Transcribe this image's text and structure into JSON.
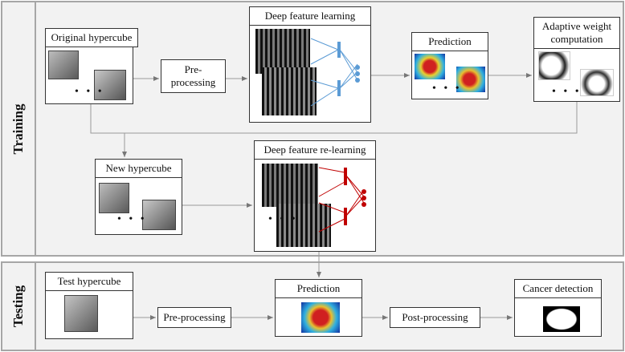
{
  "sections": {
    "training": "Training",
    "testing": "Testing"
  },
  "training": {
    "original_hypercube": "Original hypercube",
    "pre_processing_1": "Pre-",
    "pre_processing_2": "processing",
    "deep_feature_learning": "Deep feature  learning",
    "prediction": "Prediction",
    "adaptive_1": "Adaptive weight",
    "adaptive_2": "computation",
    "new_hypercube": "New hypercube",
    "deep_feature_relearning": "Deep feature  re-learning"
  },
  "testing": {
    "test_hypercube": "Test hypercube",
    "pre_processing": "Pre-processing",
    "prediction": "Prediction",
    "post_processing": "Post-processing",
    "cancer_detection": "Cancer detection"
  },
  "ellipsis": "• • •",
  "colors": {
    "panel": "#f2f2f2",
    "border": "#a6a6a6",
    "blue_net": "#5b9bd5",
    "red_net": "#c00000"
  }
}
